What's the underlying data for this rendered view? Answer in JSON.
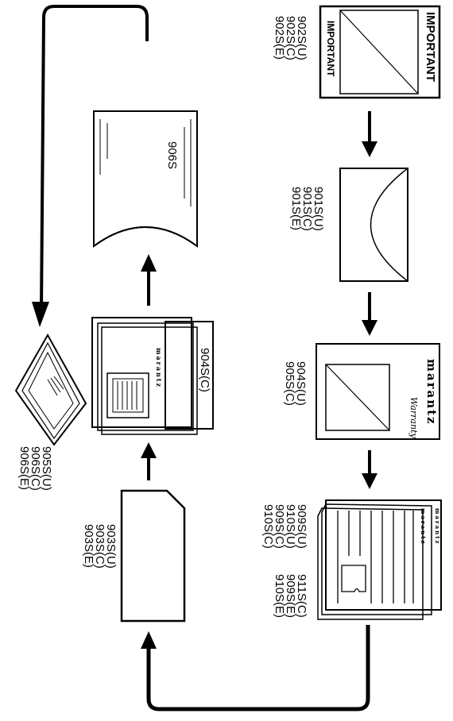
{
  "important_sheet": {
    "title_large": "IMPORTANT",
    "title_small": "IMPORTANT",
    "codes": [
      "902S(U)",
      "902S(C)",
      "902S(E)"
    ]
  },
  "envelope": {
    "codes": [
      "901S(U)",
      "901S(C)",
      "901S(E)"
    ]
  },
  "warranty_card": {
    "brand": "marantz",
    "script": "Warranty",
    "codes": [
      "904S(U)",
      "905S(C)"
    ]
  },
  "manuals": {
    "brand": "marantz",
    "codes_col1": [
      "909S(U)",
      "910S(U)",
      "909S(C)",
      "910S(C)"
    ],
    "codes_col2": [
      "911S(C)",
      "909S(E)",
      "910S(E)"
    ]
  },
  "card_903": {
    "codes": [
      "903S(U)",
      "903S(C)",
      "903S(E)"
    ]
  },
  "folder_904": {
    "brand": "marantz",
    "code": "904S(C)"
  },
  "bag_906": {
    "code": "906S"
  },
  "packet_905": {
    "codes": [
      "905S(U)",
      "906S(C)",
      "906S(E)"
    ]
  }
}
